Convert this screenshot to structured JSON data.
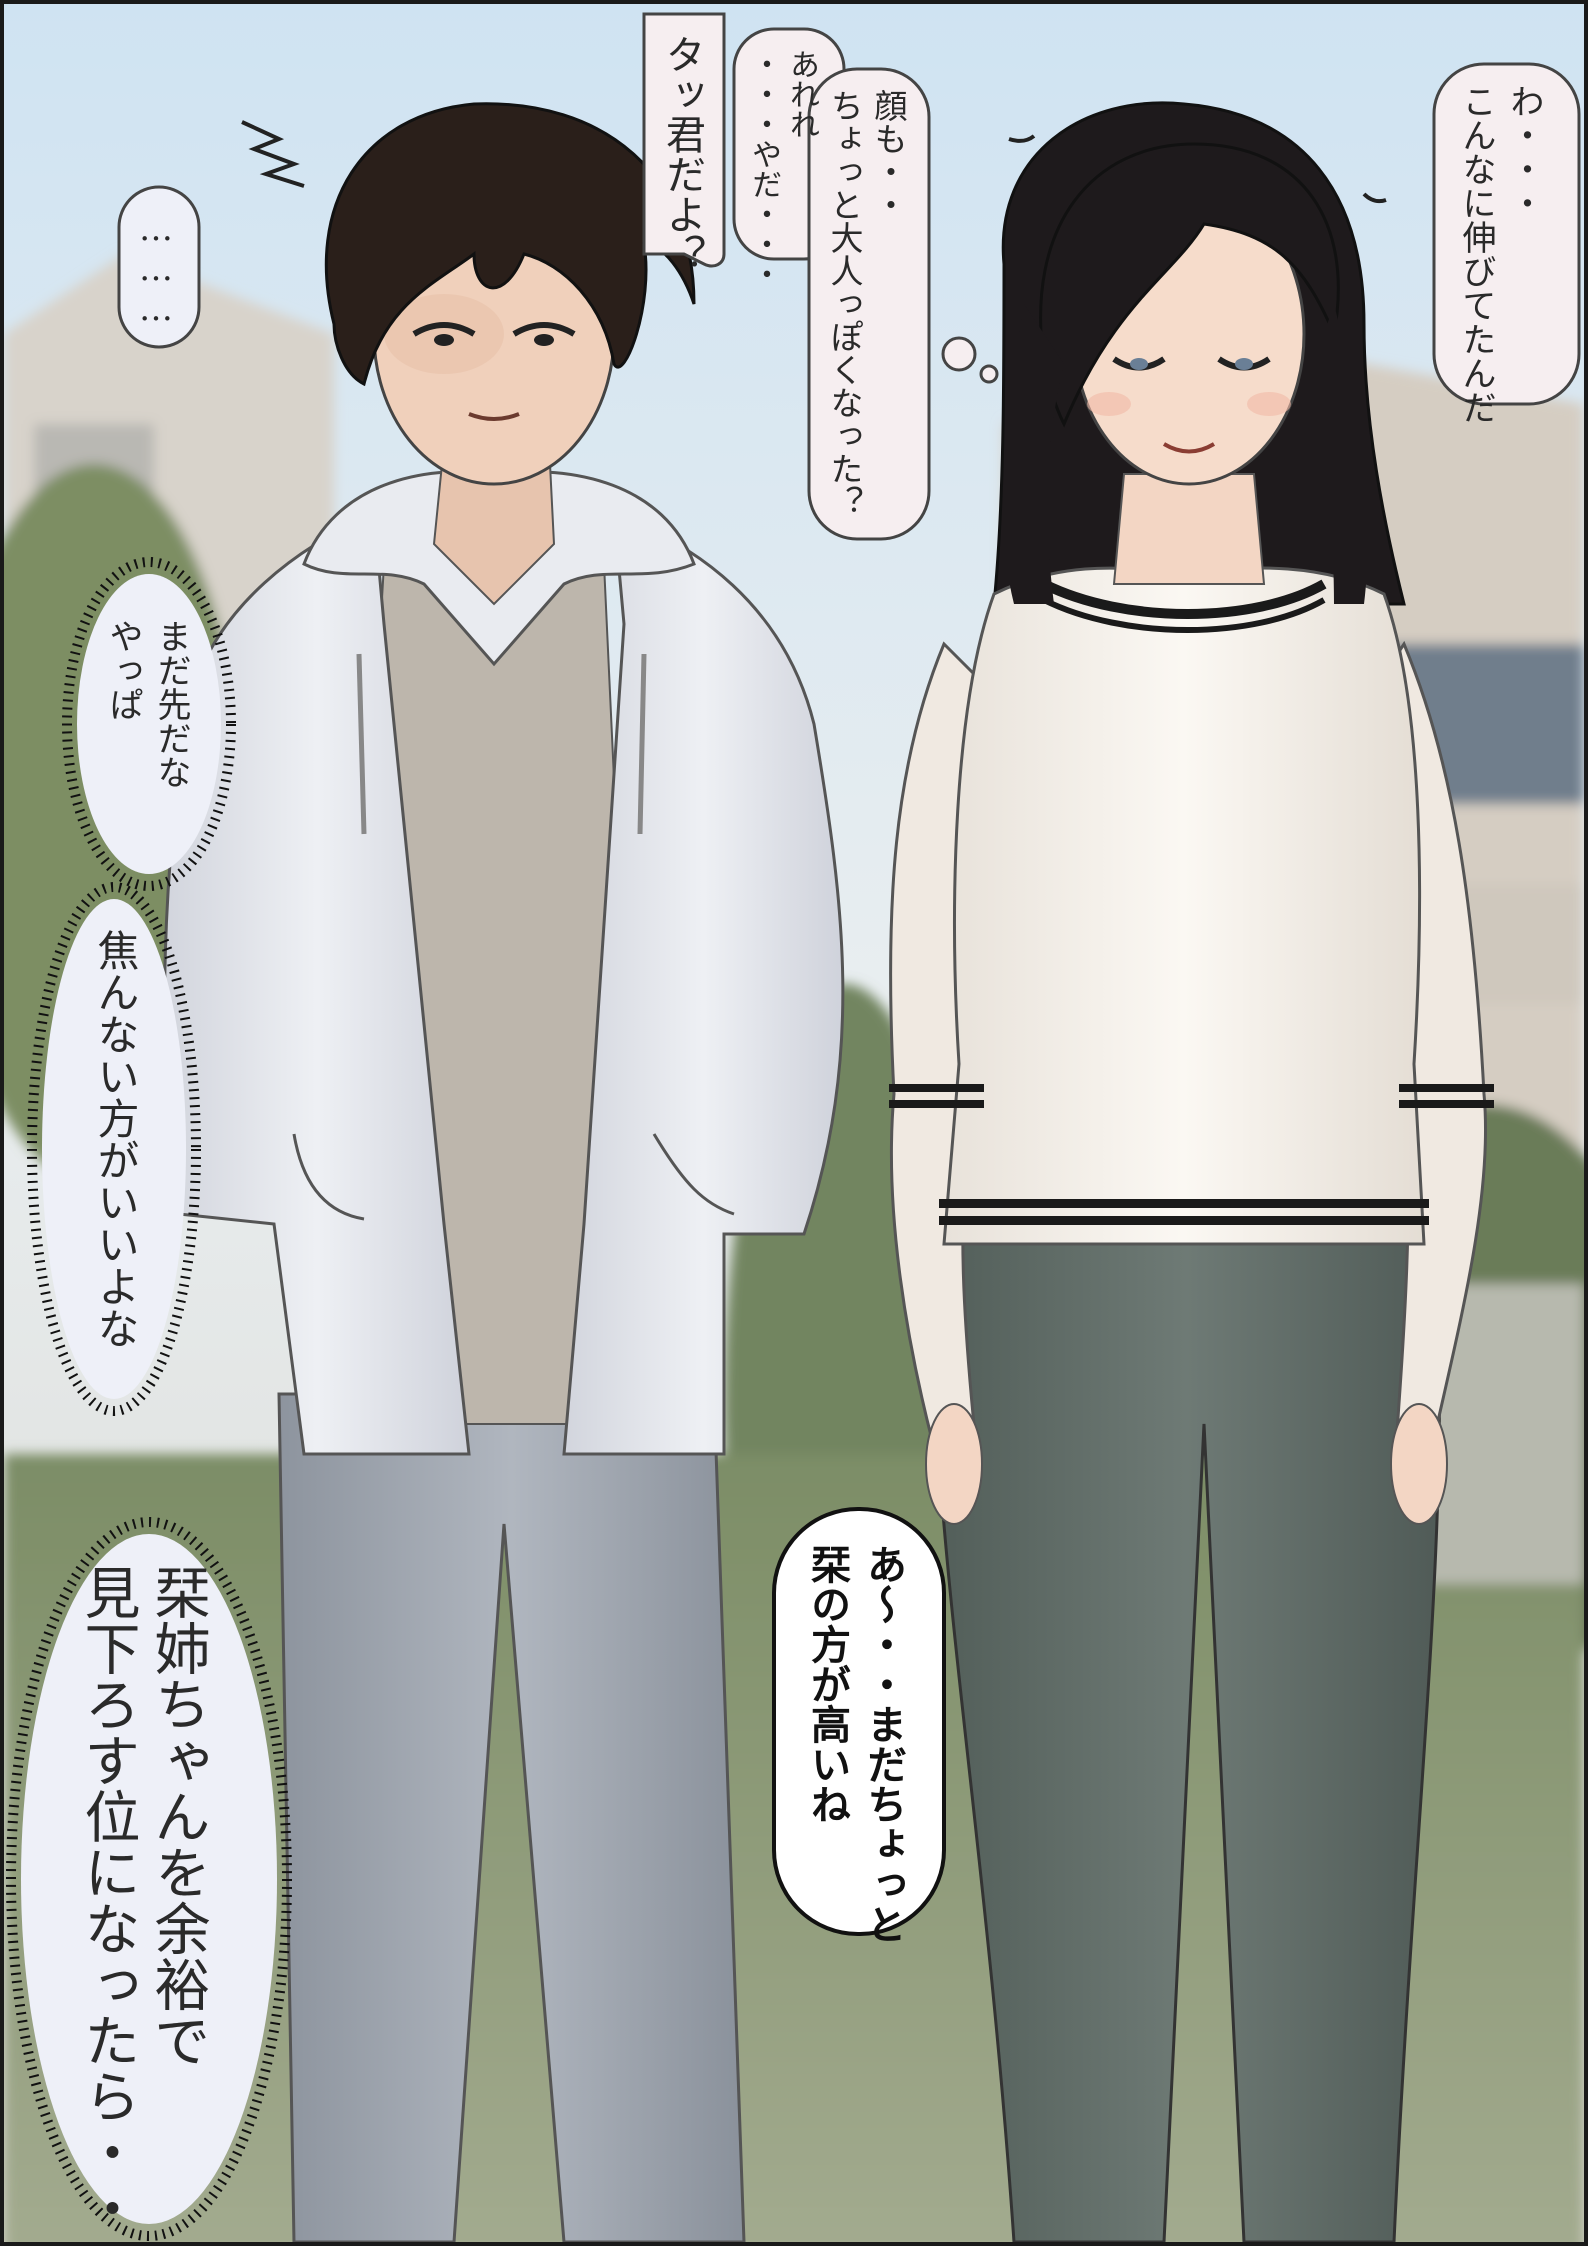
{
  "scene": {
    "colors": {
      "sky_top": "#cfe3f2",
      "sky_bottom": "#eef1f0",
      "house_wall": "#d9d2c8",
      "foliage": "#6e7f58",
      "ground": "#8a9a74",
      "hoodie": "#e6e8ee",
      "boy_shirt": "#bfb8ad",
      "boy_jeans": "#9aa1ab",
      "boy_hair": "#2a1f1a",
      "woman_hair": "#1e1a1c",
      "sweater": "#f4f0ea",
      "sweater_stripe": "#1a1a1a",
      "woman_jeans": "#5f6b66",
      "skin": "#f3d6c4",
      "bubble_pink": "#f6eef0",
      "bubble_blue": "#eef0f8",
      "bubble_white": "#ffffff"
    },
    "characters": [
      "boy-in-hoodie",
      "long-haired-woman"
    ]
  },
  "bubbles": {
    "ellipsis": "………",
    "taku_kun": "タッ君だよ？",
    "arere_line1": "あれれ",
    "arere_line2": "・・・やだ・・・",
    "kao_line1": "顔も・・",
    "kao_line2": "ちょっと大人っぽくなった？",
    "wa_line1": "わ・・・",
    "wa_line2": "こんなに伸びてたんだ",
    "mada_line1": "まだ先だな",
    "mada_line2": "やっぱ",
    "aseranai": "焦んない方がいいよな",
    "mioro_line1": "栞姉ちゃんを余裕で",
    "mioro_line2": "見下ろす位になったら・・",
    "takai_line1": "あ～・・まだちょっと",
    "takai_line2": "栞の方が高いね"
  }
}
